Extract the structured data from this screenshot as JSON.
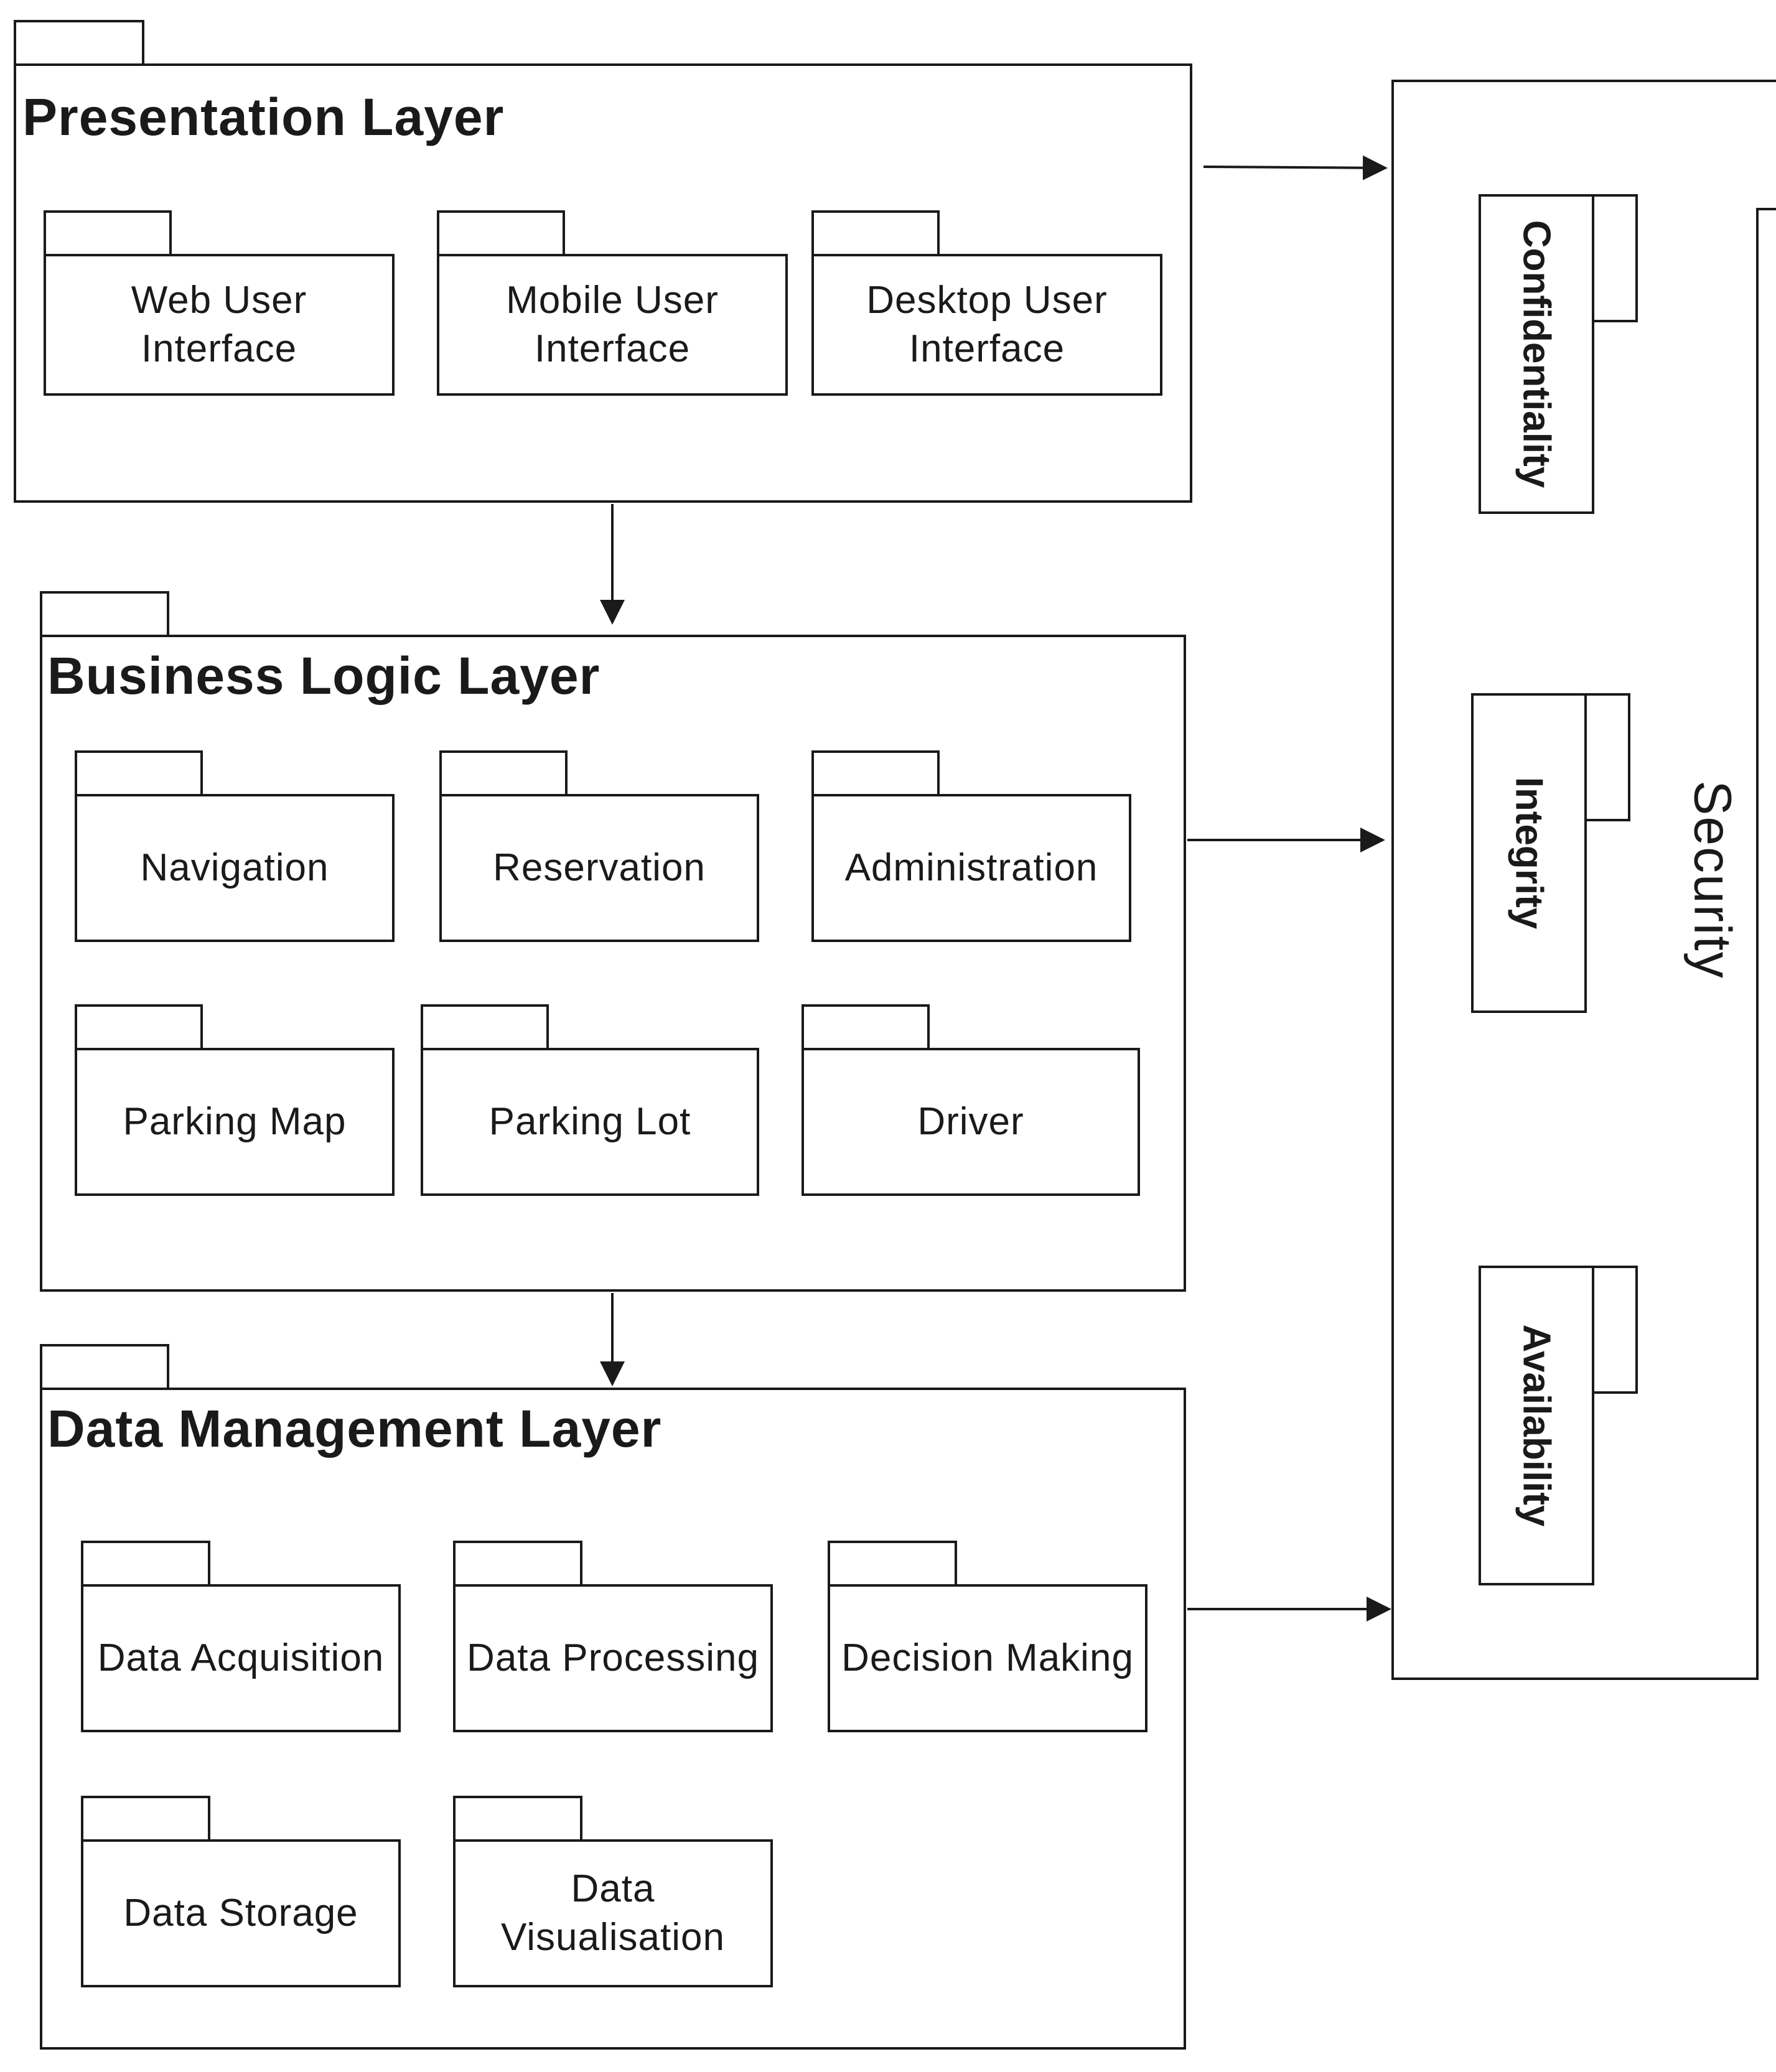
{
  "presentation_layer": {
    "title": "Presentation Layer",
    "packages": [
      {
        "label": "Web User\nInterface"
      },
      {
        "label": "Mobile User\nInterface"
      },
      {
        "label": "Desktop User\nInterface"
      }
    ]
  },
  "business_logic_layer": {
    "title": "Business Logic Layer",
    "packages": [
      {
        "label": "Navigation"
      },
      {
        "label": "Reservation"
      },
      {
        "label": "Administration"
      },
      {
        "label": "Parking Map"
      },
      {
        "label": "Parking Lot"
      },
      {
        "label": "Driver"
      }
    ]
  },
  "data_management_layer": {
    "title": "Data Management Layer",
    "packages": [
      {
        "label": "Data Acquisition"
      },
      {
        "label": "Data Processing"
      },
      {
        "label": "Decision Making"
      },
      {
        "label": "Data Storage"
      },
      {
        "label": "Data\nVisualisation"
      }
    ]
  },
  "security": {
    "title": "Security",
    "components": [
      {
        "label": "Confidentiality"
      },
      {
        "label": "Integrity"
      },
      {
        "label": "Availability"
      }
    ]
  },
  "connections": [
    {
      "from": "Presentation Layer",
      "to": "Business Logic Layer"
    },
    {
      "from": "Business Logic Layer",
      "to": "Data Management Layer"
    },
    {
      "from": "Presentation Layer",
      "to": "Security"
    },
    {
      "from": "Business Logic Layer",
      "to": "Security"
    },
    {
      "from": "Data Management Layer",
      "to": "Security"
    }
  ]
}
